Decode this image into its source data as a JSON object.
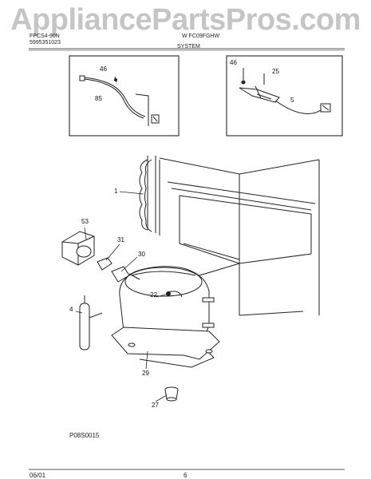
{
  "watermark": "AppliancePartsPros.com",
  "header": {
    "left_line1": "FPCS4-90N",
    "left_line2": "5995351023",
    "center_top": "W FC09FGHW",
    "section_title": "SYSTEM"
  },
  "part_labels": {
    "p46a": "46",
    "p85": "85",
    "p46b": "46",
    "p25": "25",
    "p5": "5",
    "p1": "1",
    "p53": "53",
    "p31": "31",
    "p30": "30",
    "p22": "22",
    "p4": "4",
    "p29": "29",
    "p27": "27"
  },
  "diagram_code": "P08S0015",
  "footer": {
    "date": "06/01",
    "page": "6"
  }
}
